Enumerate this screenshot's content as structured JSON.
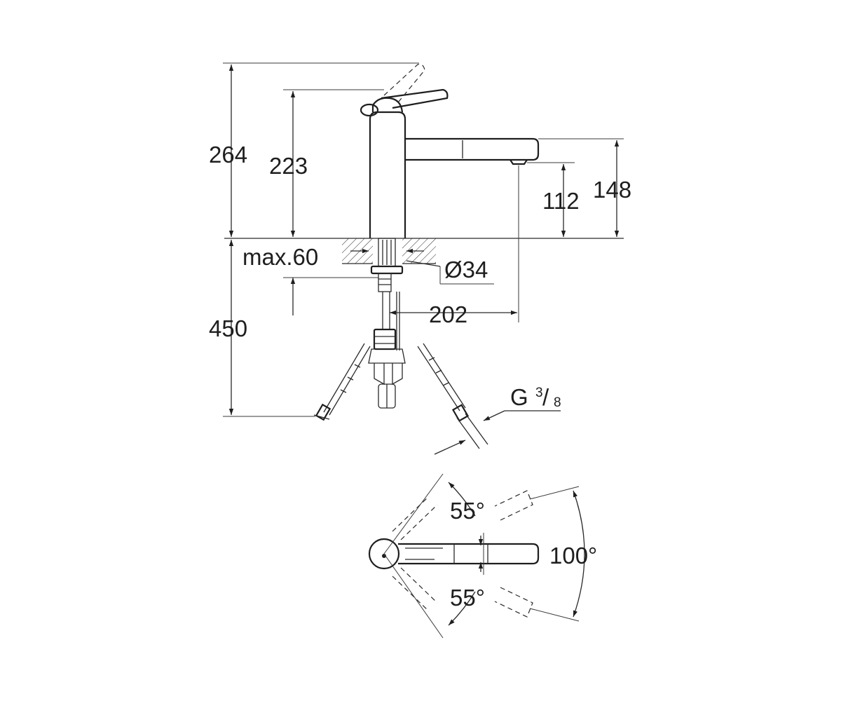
{
  "dimensions": {
    "total_height": "264",
    "lever_height": "223",
    "spout_height": "148",
    "outlet_height": "112",
    "max_thickness": "max.60",
    "hole_diameter": "Ø34",
    "below_counter": "450",
    "spout_reach": "202",
    "thread_main": "G",
    "thread_num": "3",
    "thread_slash": "/",
    "thread_den": "8"
  },
  "angles": {
    "swivel_left": "55°",
    "swivel_right": "55°",
    "swivel_total": "100°"
  },
  "colors": {
    "line": "#1e1e1e",
    "background": "#ffffff"
  }
}
